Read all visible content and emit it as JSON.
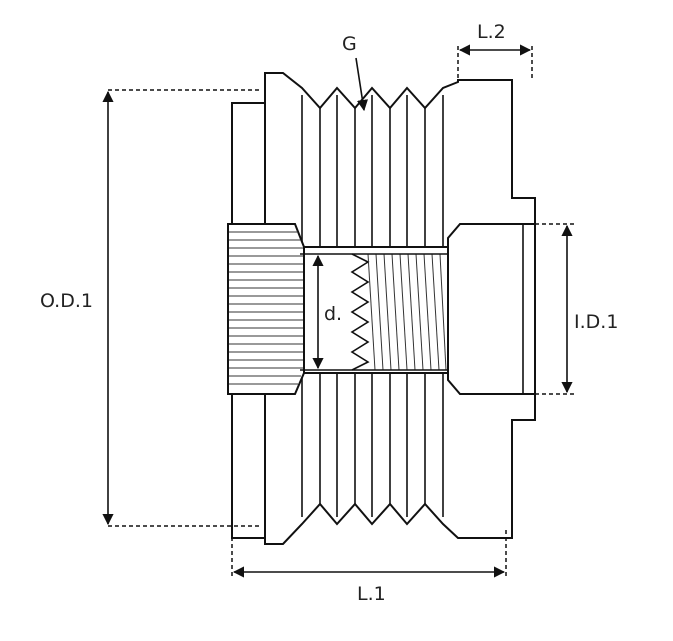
{
  "labels": {
    "groove": "G",
    "length2": "L.2",
    "outer_diameter": "O.D.1",
    "bore_diameter": "d.",
    "inner_diameter": "I.D.1",
    "length1": "L.1"
  }
}
